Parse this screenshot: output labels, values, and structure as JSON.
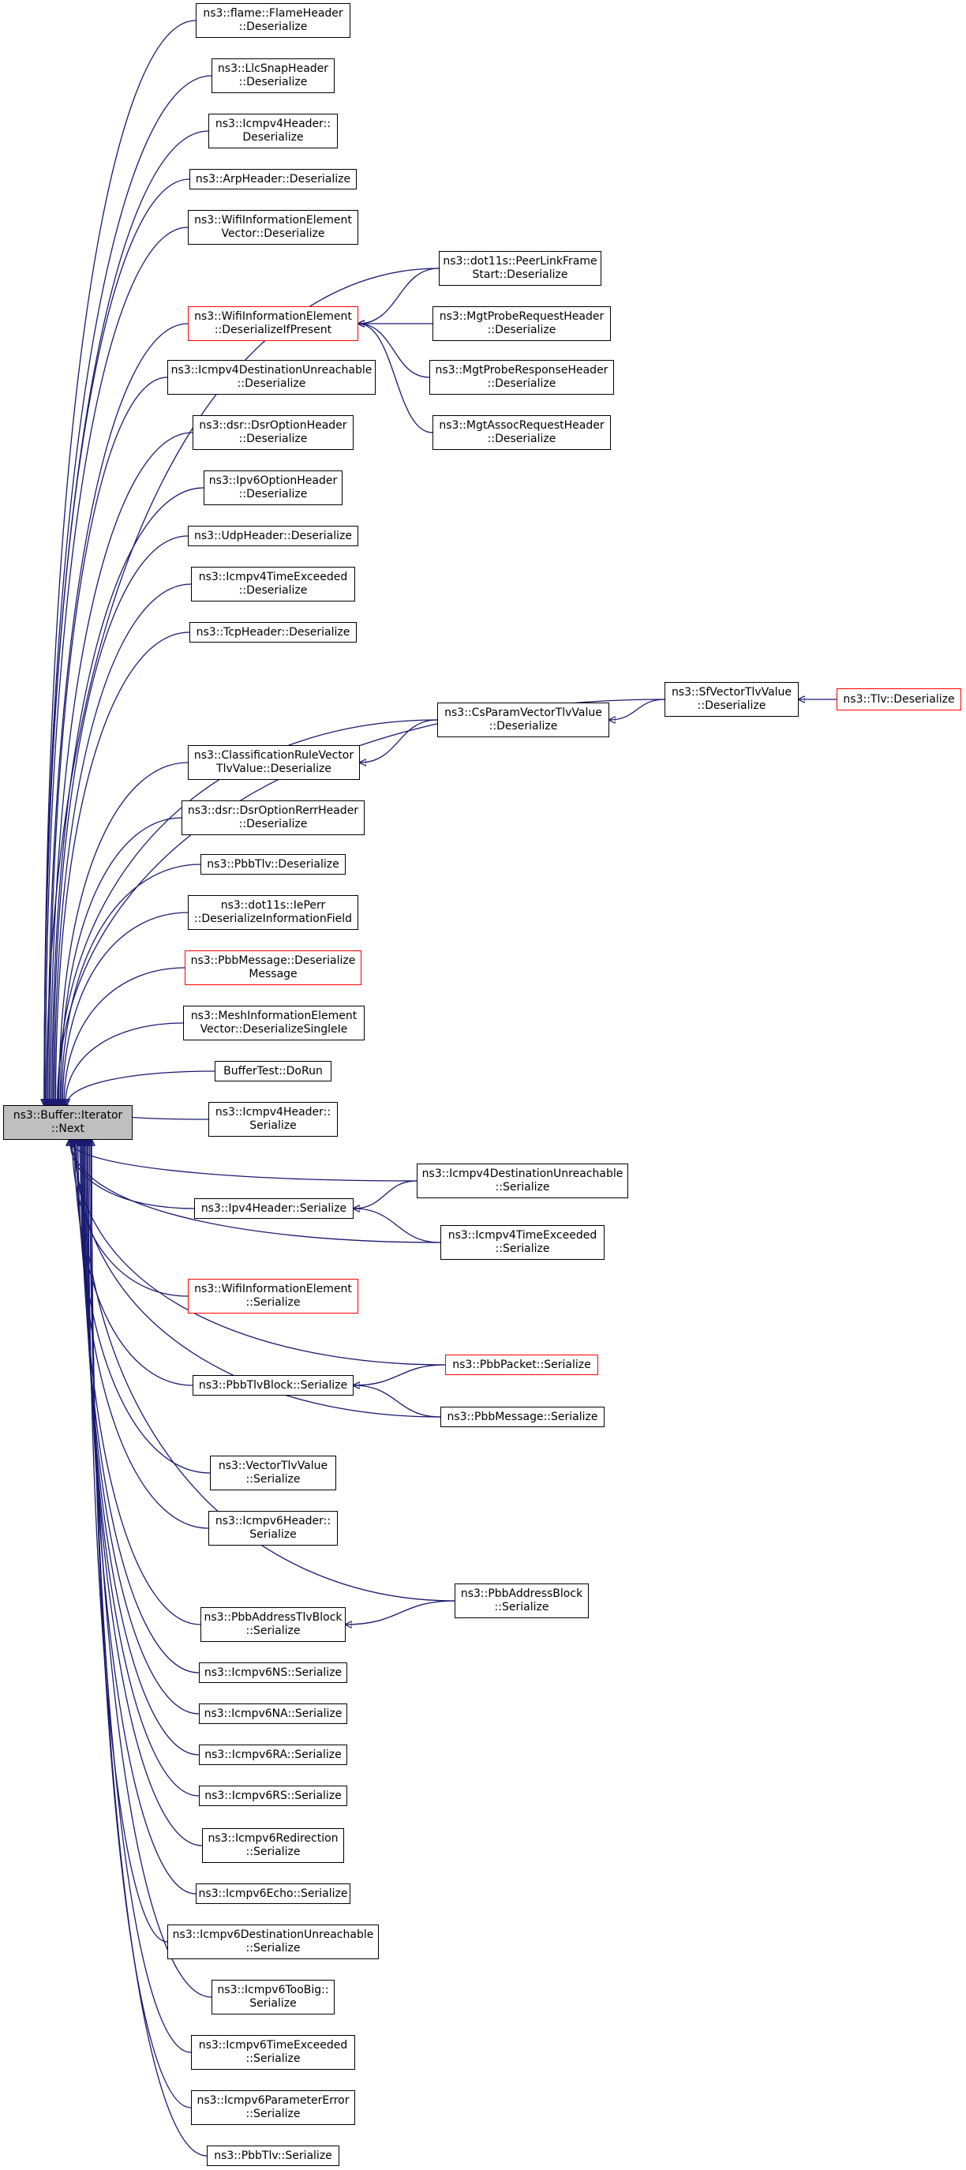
{
  "colors": {
    "edge": "#191970",
    "node_border": "#000000",
    "truncated_border": "#ff0000",
    "root_fill": "#bfbfbf"
  },
  "nodes": [
    {
      "id": "root",
      "label": "ns3::Buffer::Iterator\n::Next",
      "root": true
    },
    {
      "id": "flame",
      "label": "ns3::flame::FlameHeader\n::Deserialize"
    },
    {
      "id": "llc",
      "label": "ns3::LlcSnapHeader\n::Deserialize"
    },
    {
      "id": "icmpv4h_d",
      "label": "ns3::Icmpv4Header::\nDeserialize"
    },
    {
      "id": "arp",
      "label": "ns3::ArpHeader::Deserialize"
    },
    {
      "id": "wievec",
      "label": "ns3::WifiInformationElement\nVector::Deserialize"
    },
    {
      "id": "wie_dip",
      "label": "ns3::WifiInformationElement\n::DeserializeIfPresent",
      "red": true
    },
    {
      "id": "icmpv4du_d",
      "label": "ns3::Icmpv4DestinationUnreachable\n::Deserialize"
    },
    {
      "id": "dsropt",
      "label": "ns3::dsr::DsrOptionHeader\n::Deserialize"
    },
    {
      "id": "ipv6opt",
      "label": "ns3::Ipv6OptionHeader\n::Deserialize"
    },
    {
      "id": "udp",
      "label": "ns3::UdpHeader::Deserialize"
    },
    {
      "id": "icmpv4te_d",
      "label": "ns3::Icmpv4TimeExceeded\n::Deserialize"
    },
    {
      "id": "tcp",
      "label": "ns3::TcpHeader::Deserialize"
    },
    {
      "id": "crv",
      "label": "ns3::ClassificationRuleVector\nTlvValue::Deserialize"
    },
    {
      "id": "dsrrerr",
      "label": "ns3::dsr::DsrOptionRerrHeader\n::Deserialize"
    },
    {
      "id": "pbbtlv_d",
      "label": "ns3::PbbTlv::Deserialize"
    },
    {
      "id": "ieperr",
      "label": "ns3::dot11s::IePerr\n::DeserializeInformationField"
    },
    {
      "id": "pbbmsg_d",
      "label": "ns3::PbbMessage::Deserialize\nMessage",
      "red": true
    },
    {
      "id": "mie",
      "label": "ns3::MeshInformationElement\nVector::DeserializeSingleIe"
    },
    {
      "id": "buffertest",
      "label": "BufferTest::DoRun"
    },
    {
      "id": "icmpv4h_s",
      "label": "ns3::Icmpv4Header::\nSerialize"
    },
    {
      "id": "ipv4h_s",
      "label": "ns3::Ipv4Header::Serialize"
    },
    {
      "id": "wie_s",
      "label": "ns3::WifiInformationElement\n::Serialize",
      "red": true
    },
    {
      "id": "pbbtlvblock",
      "label": "ns3::PbbTlvBlock::Serialize"
    },
    {
      "id": "vectlv",
      "label": "ns3::VectorTlvValue\n::Serialize"
    },
    {
      "id": "icmpv6h_s",
      "label": "ns3::Icmpv6Header::\nSerialize"
    },
    {
      "id": "pbbaddrtlv",
      "label": "ns3::PbbAddressTlvBlock\n::Serialize"
    },
    {
      "id": "ns",
      "label": "ns3::Icmpv6NS::Serialize"
    },
    {
      "id": "na",
      "label": "ns3::Icmpv6NA::Serialize"
    },
    {
      "id": "ra",
      "label": "ns3::Icmpv6RA::Serialize"
    },
    {
      "id": "rs",
      "label": "ns3::Icmpv6RS::Serialize"
    },
    {
      "id": "redir",
      "label": "ns3::Icmpv6Redirection\n::Serialize"
    },
    {
      "id": "echo",
      "label": "ns3::Icmpv6Echo::Serialize"
    },
    {
      "id": "icmpv6du",
      "label": "ns3::Icmpv6DestinationUnreachable\n::Serialize"
    },
    {
      "id": "toobig",
      "label": "ns3::Icmpv6TooBig::\nSerialize"
    },
    {
      "id": "icmpv6te",
      "label": "ns3::Icmpv6TimeExceeded\n::Serialize"
    },
    {
      "id": "paramerr",
      "label": "ns3::Icmpv6ParameterError\n::Serialize"
    },
    {
      "id": "pbbtlv_s",
      "label": "ns3::PbbTlv::Serialize"
    },
    {
      "id": "peerlink",
      "label": "ns3::dot11s::PeerLinkFrame\nStart::Deserialize"
    },
    {
      "id": "probereq",
      "label": "ns3::MgtProbeRequestHeader\n::Deserialize"
    },
    {
      "id": "proberesp",
      "label": "ns3::MgtProbeResponseHeader\n::Deserialize"
    },
    {
      "id": "assocreq",
      "label": "ns3::MgtAssocRequestHeader\n::Deserialize"
    },
    {
      "id": "csparam",
      "label": "ns3::CsParamVectorTlvValue\n::Deserialize"
    },
    {
      "id": "sfvec",
      "label": "ns3::SfVectorTlvValue\n::Deserialize"
    },
    {
      "id": "tlv",
      "label": "ns3::Tlv::Deserialize",
      "red": true
    },
    {
      "id": "icmpv4du_s",
      "label": "ns3::Icmpv4DestinationUnreachable\n::Serialize"
    },
    {
      "id": "icmpv4te_s",
      "label": "ns3::Icmpv4TimeExceeded\n::Serialize"
    },
    {
      "id": "pbbpacket",
      "label": "ns3::PbbPacket::Serialize",
      "red": true
    },
    {
      "id": "pbbmsg_s",
      "label": "ns3::PbbMessage::Serialize"
    },
    {
      "id": "pbbaddrblock",
      "label": "ns3::PbbAddressBlock\n::Serialize"
    }
  ],
  "edges": [
    {
      "from": "flame",
      "to": "root"
    },
    {
      "from": "llc",
      "to": "root"
    },
    {
      "from": "icmpv4h_d",
      "to": "root"
    },
    {
      "from": "arp",
      "to": "root"
    },
    {
      "from": "wievec",
      "to": "root"
    },
    {
      "from": "peerlink",
      "to": "root"
    },
    {
      "from": "wie_dip",
      "to": "root"
    },
    {
      "from": "icmpv4du_d",
      "to": "root"
    },
    {
      "from": "dsropt",
      "to": "root"
    },
    {
      "from": "ipv6opt",
      "to": "root"
    },
    {
      "from": "udp",
      "to": "root"
    },
    {
      "from": "icmpv4te_d",
      "to": "root"
    },
    {
      "from": "tcp",
      "to": "root"
    },
    {
      "from": "sfvec",
      "to": "root"
    },
    {
      "from": "csparam",
      "to": "root"
    },
    {
      "from": "crv",
      "to": "root"
    },
    {
      "from": "dsrrerr",
      "to": "root"
    },
    {
      "from": "pbbtlv_d",
      "to": "root"
    },
    {
      "from": "ieperr",
      "to": "root"
    },
    {
      "from": "pbbmsg_d",
      "to": "root"
    },
    {
      "from": "mie",
      "to": "root"
    },
    {
      "from": "buffertest",
      "to": "root"
    },
    {
      "from": "icmpv4h_s",
      "to": "root"
    },
    {
      "from": "icmpv4du_s",
      "to": "root"
    },
    {
      "from": "ipv4h_s",
      "to": "root"
    },
    {
      "from": "icmpv4te_s",
      "to": "root"
    },
    {
      "from": "wie_s",
      "to": "root"
    },
    {
      "from": "pbbpacket",
      "to": "root"
    },
    {
      "from": "pbbtlvblock",
      "to": "root"
    },
    {
      "from": "pbbmsg_s",
      "to": "root"
    },
    {
      "from": "vectlv",
      "to": "root"
    },
    {
      "from": "icmpv6h_s",
      "to": "root"
    },
    {
      "from": "pbbaddrblock",
      "to": "root"
    },
    {
      "from": "pbbaddrtlv",
      "to": "root"
    },
    {
      "from": "ns",
      "to": "root"
    },
    {
      "from": "na",
      "to": "root"
    },
    {
      "from": "ra",
      "to": "root"
    },
    {
      "from": "rs",
      "to": "root"
    },
    {
      "from": "redir",
      "to": "root"
    },
    {
      "from": "echo",
      "to": "root"
    },
    {
      "from": "icmpv6du",
      "to": "root"
    },
    {
      "from": "toobig",
      "to": "root"
    },
    {
      "from": "icmpv6te",
      "to": "root"
    },
    {
      "from": "paramerr",
      "to": "root"
    },
    {
      "from": "pbbtlv_s",
      "to": "root"
    },
    {
      "from": "peerlink",
      "to": "wie_dip"
    },
    {
      "from": "probereq",
      "to": "wie_dip"
    },
    {
      "from": "proberesp",
      "to": "wie_dip"
    },
    {
      "from": "assocreq",
      "to": "wie_dip"
    },
    {
      "from": "csparam",
      "to": "crv"
    },
    {
      "from": "sfvec",
      "to": "csparam"
    },
    {
      "from": "tlv",
      "to": "sfvec"
    },
    {
      "from": "icmpv4du_s",
      "to": "ipv4h_s"
    },
    {
      "from": "icmpv4te_s",
      "to": "ipv4h_s"
    },
    {
      "from": "pbbpacket",
      "to": "pbbtlvblock"
    },
    {
      "from": "pbbmsg_s",
      "to": "pbbtlvblock"
    },
    {
      "from": "pbbaddrblock",
      "to": "pbbaddrtlv"
    }
  ]
}
